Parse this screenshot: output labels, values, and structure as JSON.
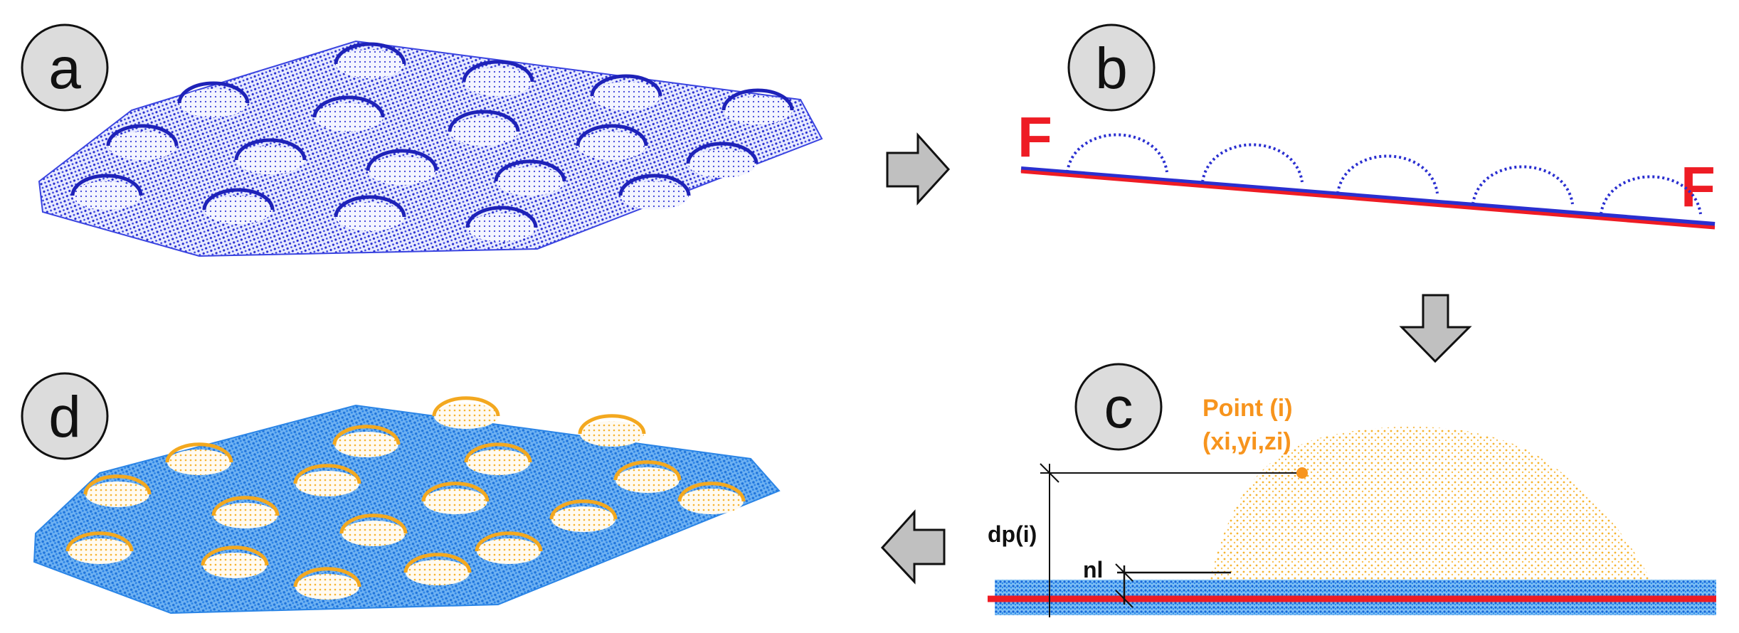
{
  "panels": {
    "a": {
      "label": "a"
    },
    "b": {
      "label": "b",
      "flat_label_left": "F",
      "flat_label_right": "F"
    },
    "c": {
      "label": "c",
      "point_label": "Point (i)",
      "point_coord": "(xi,yi,zi)",
      "dp_label": "dp(i)",
      "nl_label": "nl"
    },
    "d": {
      "label": "d"
    }
  },
  "colors": {
    "surface_dark": "#2a2fd0",
    "surface_light": "#2f86e6",
    "bump_yellow": "#f6b430",
    "plane_red": "#ee1c24",
    "point_orange": "#f7941d",
    "arrow_fill": "#c0c0c0"
  },
  "icons": [
    "arrow-right-icon",
    "arrow-down-icon",
    "arrow-left-icon"
  ]
}
